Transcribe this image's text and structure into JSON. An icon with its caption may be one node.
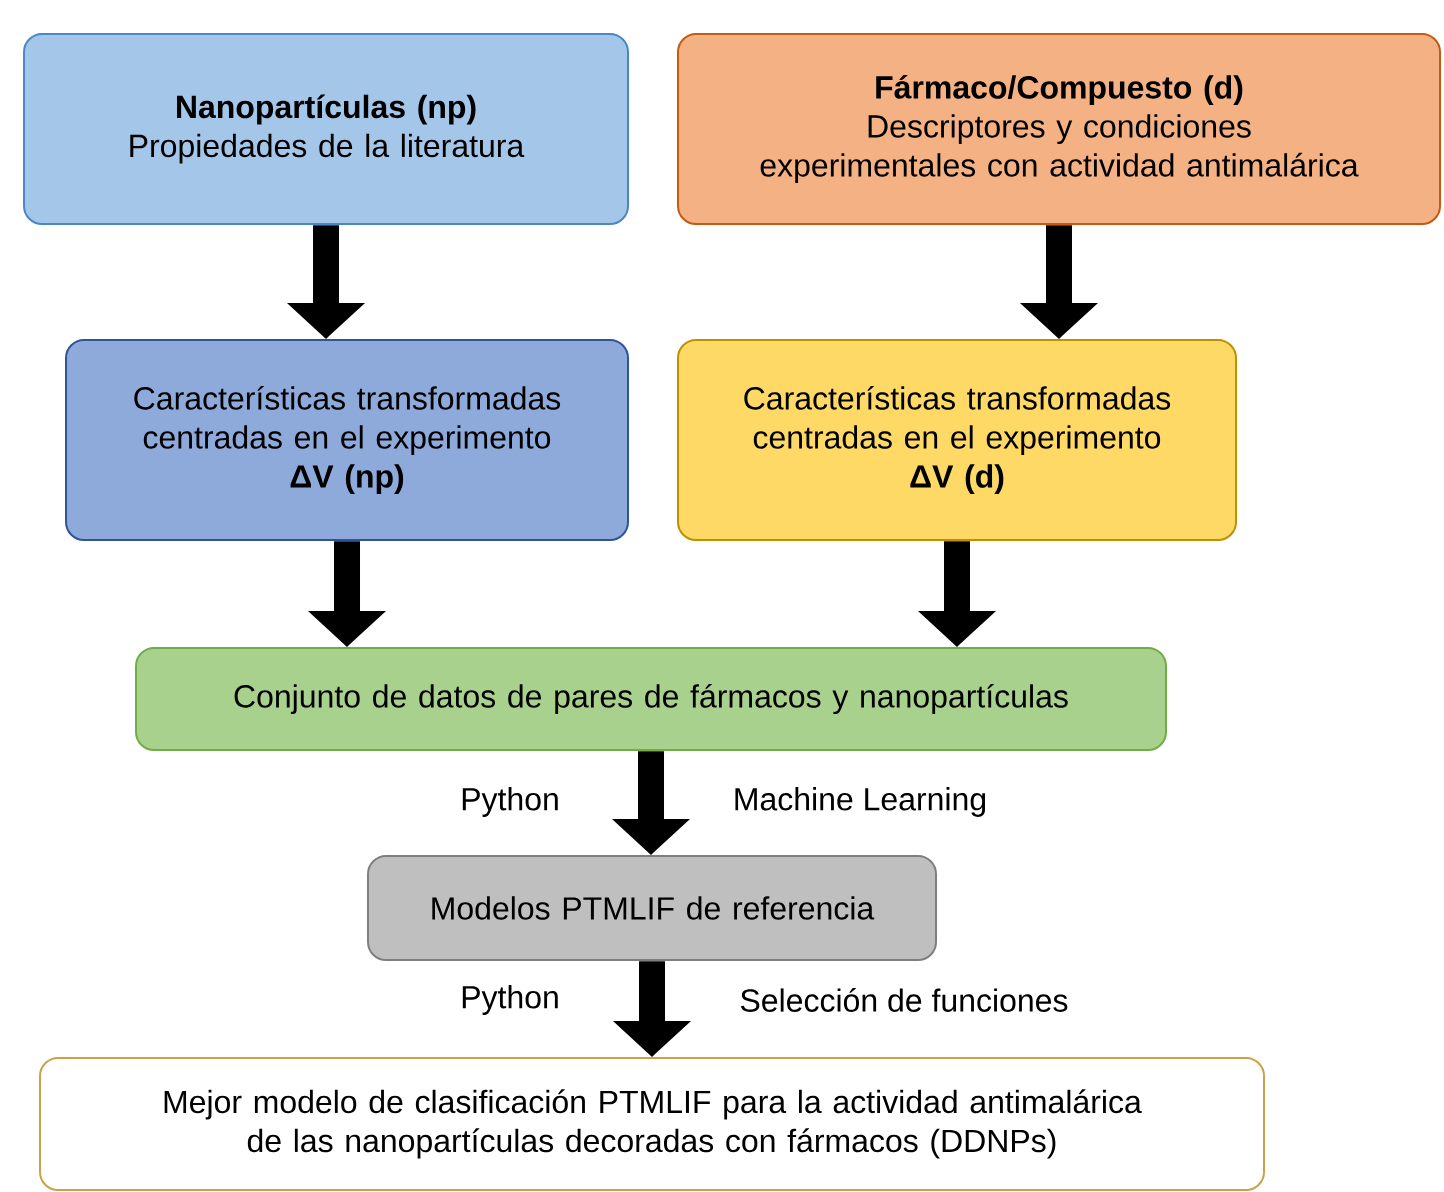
{
  "diagram": {
    "nodes": [
      {
        "text": [
          "Nanopartículas (np)",
          "Propiedades de la literatura"
        ]
      },
      {
        "text": [
          "Fármaco/Compuesto (d)",
          "Descriptores y condiciones experimentales con actividad antimalárica"
        ]
      },
      {
        "text": [
          "Características transformadas centradas en el experimento",
          "ΔV (np)"
        ]
      },
      {
        "text": [
          "Características transformadas centradas en el experimento",
          "ΔV (d)"
        ]
      },
      {
        "text": [
          "Conjunto de datos de pares de fármacos y nanopartículas"
        ]
      },
      {
        "text": [
          "Modelos PTMLIF de referencia"
        ]
      },
      {
        "text": [
          "Mejor modelo de clasificación PTMLIF para la actividad antimalárica de las nanopartículas decoradas con fármacos (DDNPs)"
        ]
      }
    ],
    "edges": [
      {
        "from": 0,
        "to": 2,
        "arrow": "to"
      },
      {
        "from": 1,
        "to": 3,
        "arrow": "to"
      },
      {
        "from": 2,
        "to": 4,
        "arrow": "to"
      },
      {
        "from": 3,
        "to": 4,
        "arrow": "to"
      },
      {
        "from": 4,
        "to": 5,
        "arrow": "to"
      },
      {
        "from": 5,
        "to": 6,
        "arrow": "to"
      }
    ],
    "labels": [
      "Python",
      "Machine Learning",
      "Python",
      "Selección de funciones"
    ]
  }
}
